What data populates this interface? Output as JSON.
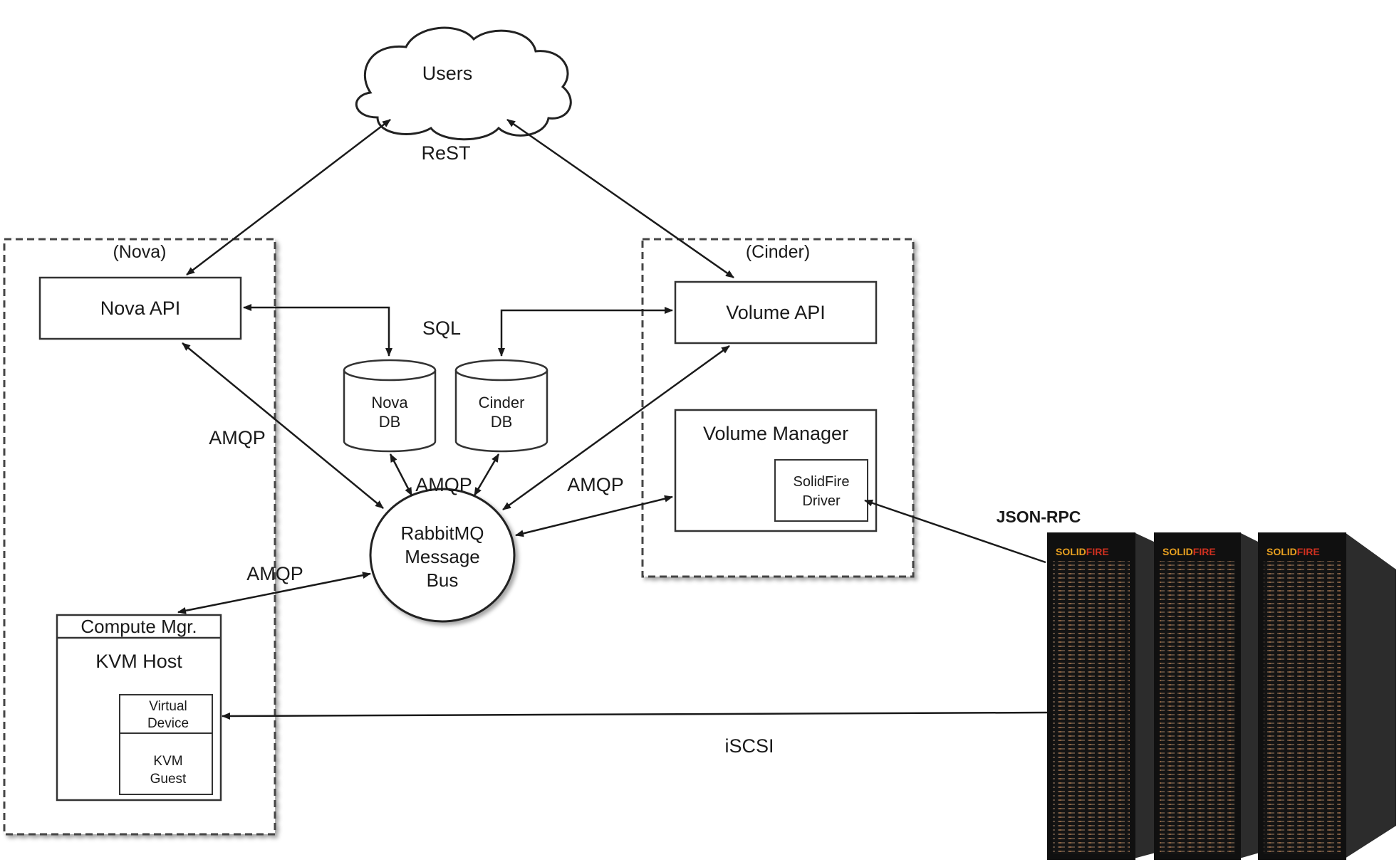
{
  "nodes": {
    "users": "Users",
    "nova_group": "(Nova)",
    "cinder_group": "(Cinder)",
    "nova_api": "Nova API",
    "volume_api": "Volume API",
    "nova_db_1": "Nova",
    "nova_db_2": "DB",
    "cinder_db_1": "Cinder",
    "cinder_db_2": "DB",
    "rabbitmq_1": "RabbitMQ",
    "rabbitmq_2": "Message",
    "rabbitmq_3": "Bus",
    "volume_manager": "Volume Manager",
    "solidfire_driver_1": "SolidFire",
    "solidfire_driver_2": "Driver",
    "compute_mgr": "Compute Mgr.",
    "kvm_host": "KVM Host",
    "virtual_device_1": "Virtual",
    "virtual_device_2": "Device",
    "kvm_guest_1": "KVM",
    "kvm_guest_2": "Guest"
  },
  "edge_labels": {
    "rest": "ReST",
    "sql": "SQL",
    "amqp_nova": "AMQP",
    "amqp_db": "AMQP",
    "amqp_cinder": "AMQP",
    "amqp_compute": "AMQP",
    "json_rpc": "JSON-RPC",
    "iscsi": "iSCSI"
  },
  "storage": {
    "brand_left": "SOLID",
    "brand_right": "FIRE",
    "rack_count": 3
  }
}
